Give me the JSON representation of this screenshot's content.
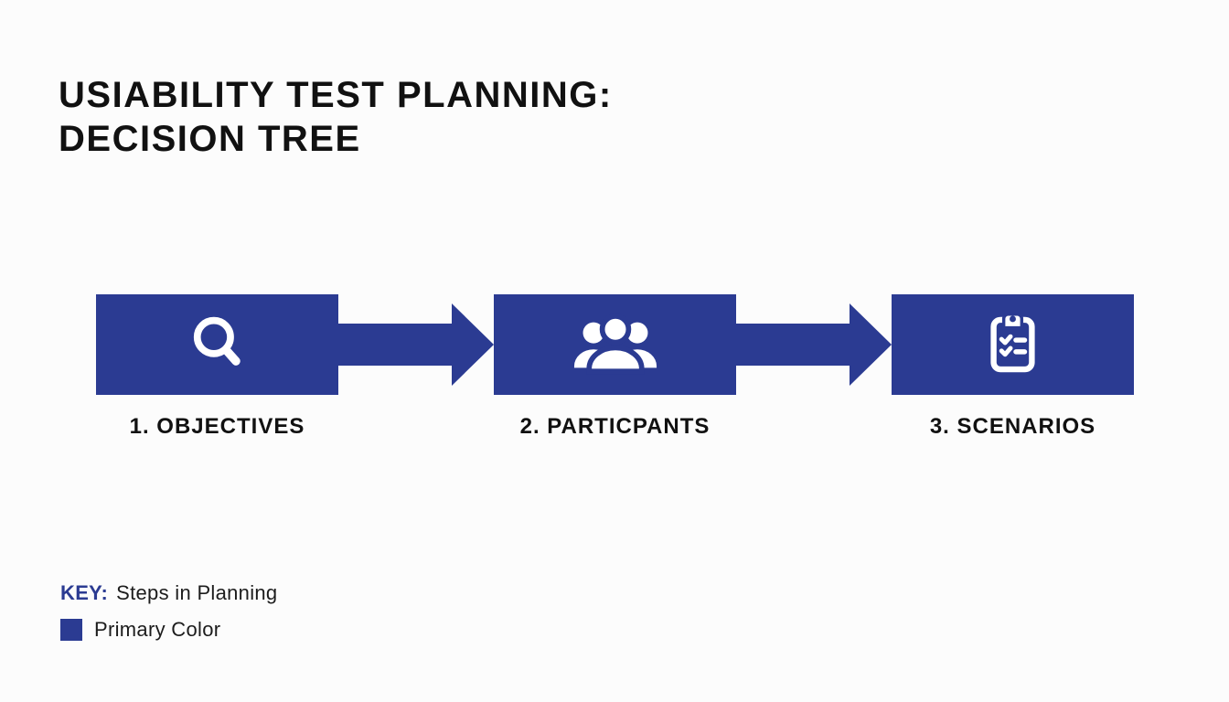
{
  "colors": {
    "primary": "#2B3B92",
    "background": "#FCFCFC",
    "text": "#111111"
  },
  "title": {
    "line1": "USIABILITY TEST PLANNING:",
    "line2": "DECISION TREE"
  },
  "steps": [
    {
      "label": "1. OBJECTIVES",
      "icon": "magnifier-icon"
    },
    {
      "label": "2. PARTICPANTS",
      "icon": "people-icon"
    },
    {
      "label": "3. SCENARIOS",
      "icon": "clipboard-checklist-icon"
    }
  ],
  "key": {
    "label": "KEY:",
    "description": "Steps in Planning",
    "swatch_label": "Primary Color",
    "swatch_color": "#2B3B92"
  }
}
